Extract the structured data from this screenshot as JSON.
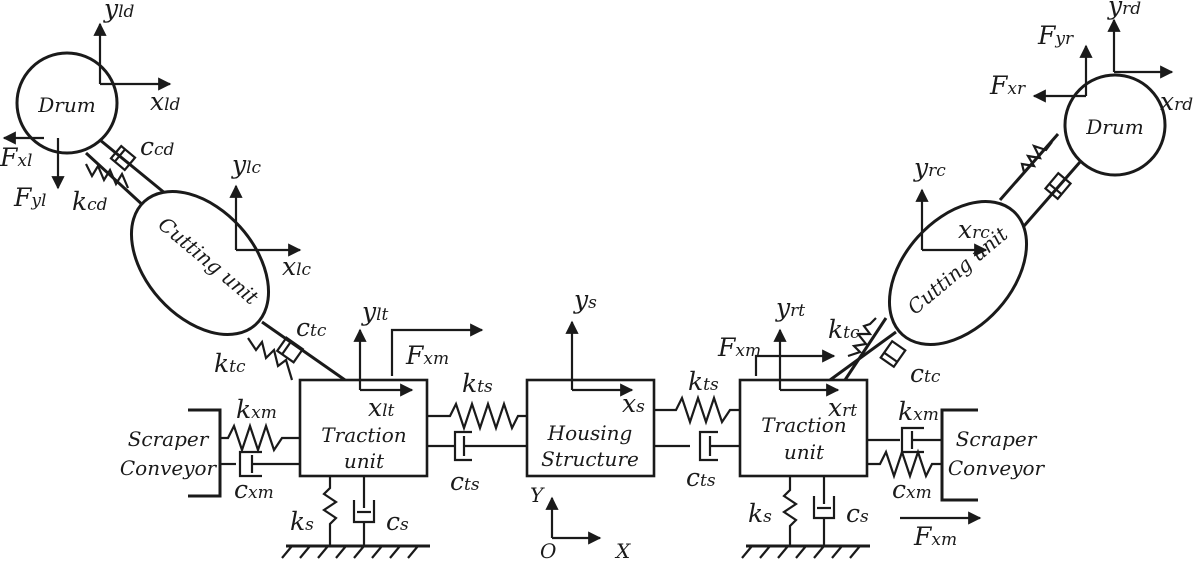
{
  "bodies": {
    "left_drum": "Drum",
    "right_drum": "Drum",
    "left_cutting_unit": "Cutting unit",
    "right_cutting_unit": "Cutting unit",
    "left_traction": [
      "Traction",
      "unit"
    ],
    "right_traction": [
      "Traction",
      "unit"
    ],
    "housing": [
      "Housing",
      "Structure"
    ],
    "left_conveyor": [
      "Scraper",
      "Conveyor"
    ],
    "right_conveyor": [
      "Scraper",
      "Conveyor"
    ]
  },
  "symbols": {
    "left_drum_axes": [
      "y",
      "ld",
      "x",
      "ld"
    ],
    "right_drum_axes": [
      "y",
      "rd",
      "x",
      "rd"
    ],
    "left_cut_axes": [
      "y",
      "lc",
      "x",
      "lc"
    ],
    "right_cut_axes": [
      "y",
      "rc",
      "x",
      "rc"
    ],
    "left_tr_axes": [
      "y",
      "lt",
      "x",
      "lt"
    ],
    "right_tr_axes": [
      "y",
      "rt",
      "x",
      "rt"
    ],
    "housing_axes": [
      "y",
      "s",
      "x",
      "s"
    ],
    "global_axes": [
      "Y",
      "X",
      "O"
    ],
    "fxl": [
      "F",
      "xl"
    ],
    "fyl": [
      "F",
      "yl"
    ],
    "fxr": [
      "F",
      "xr"
    ],
    "fyr": [
      "F",
      "yr"
    ],
    "fxm": [
      "F",
      "xm"
    ],
    "ccd": [
      "c",
      "cd"
    ],
    "kcd": [
      "k",
      "cd"
    ],
    "ctc": [
      "c",
      "tc"
    ],
    "ktc": [
      "k",
      "tc"
    ],
    "kts": [
      "k",
      "ts"
    ],
    "cts": [
      "c",
      "ts"
    ],
    "kxm": [
      "k",
      "xm"
    ],
    "cxm": [
      "c",
      "xm"
    ],
    "ks": [
      "k",
      "s"
    ],
    "cs": [
      "c",
      "s"
    ]
  }
}
